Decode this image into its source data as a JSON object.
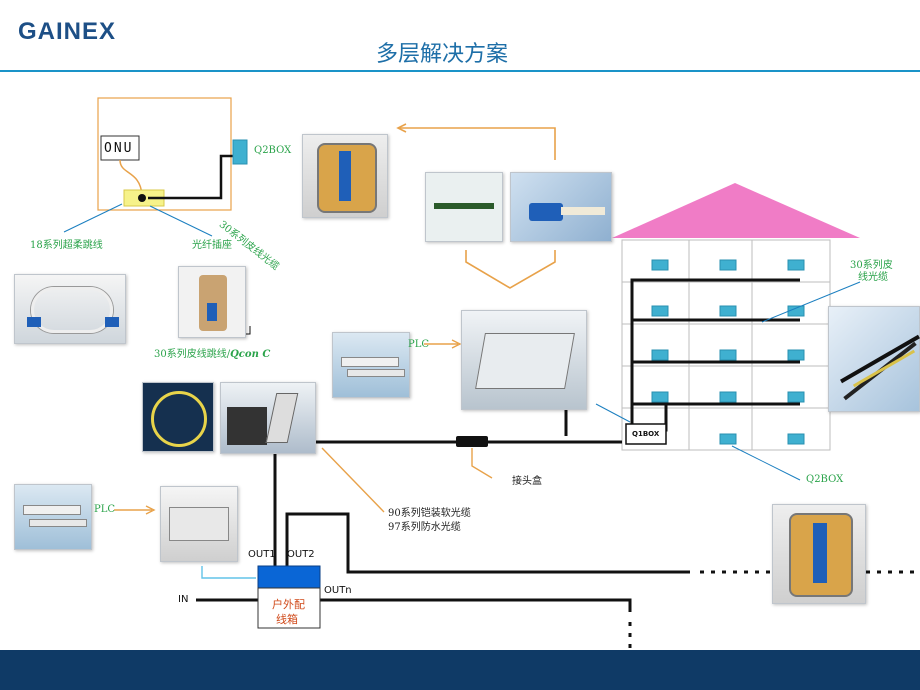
{
  "header": {
    "logo": "GAINEX",
    "title": "多层解决方案"
  },
  "labels": {
    "onu": "ONU",
    "q2box_top": "Q2BOX",
    "series18": "18系列超柔跳线",
    "socket": "光纤插座",
    "series30_cable": "30系列皮线光缆",
    "series30_jumper": "30系列皮线跳线/",
    "qcon": "Qcon C",
    "plc_mid": "PLC",
    "plc_left": "PLC",
    "series30_right_1": "30系列皮",
    "series30_right_2": "线光缆",
    "q1box": "Q1BOX",
    "q2box_bottom": "Q2BOX",
    "splice": "接头盒",
    "series90": "90系列铠装软光缆",
    "series97": "97系列防水光缆",
    "out1": "OUT1",
    "out2": "OUT2",
    "outn": "OUTn",
    "in": "IN",
    "cabinet_1": "户外配",
    "cabinet_2": "线箱"
  },
  "colors": {
    "brand": "#1d4f86",
    "orange_line": "#e8a24a",
    "teal_box": "#3fb0d0",
    "roof": "#f07cc6",
    "footer": "#0f3a66",
    "cabinet": "#0a66d6"
  }
}
